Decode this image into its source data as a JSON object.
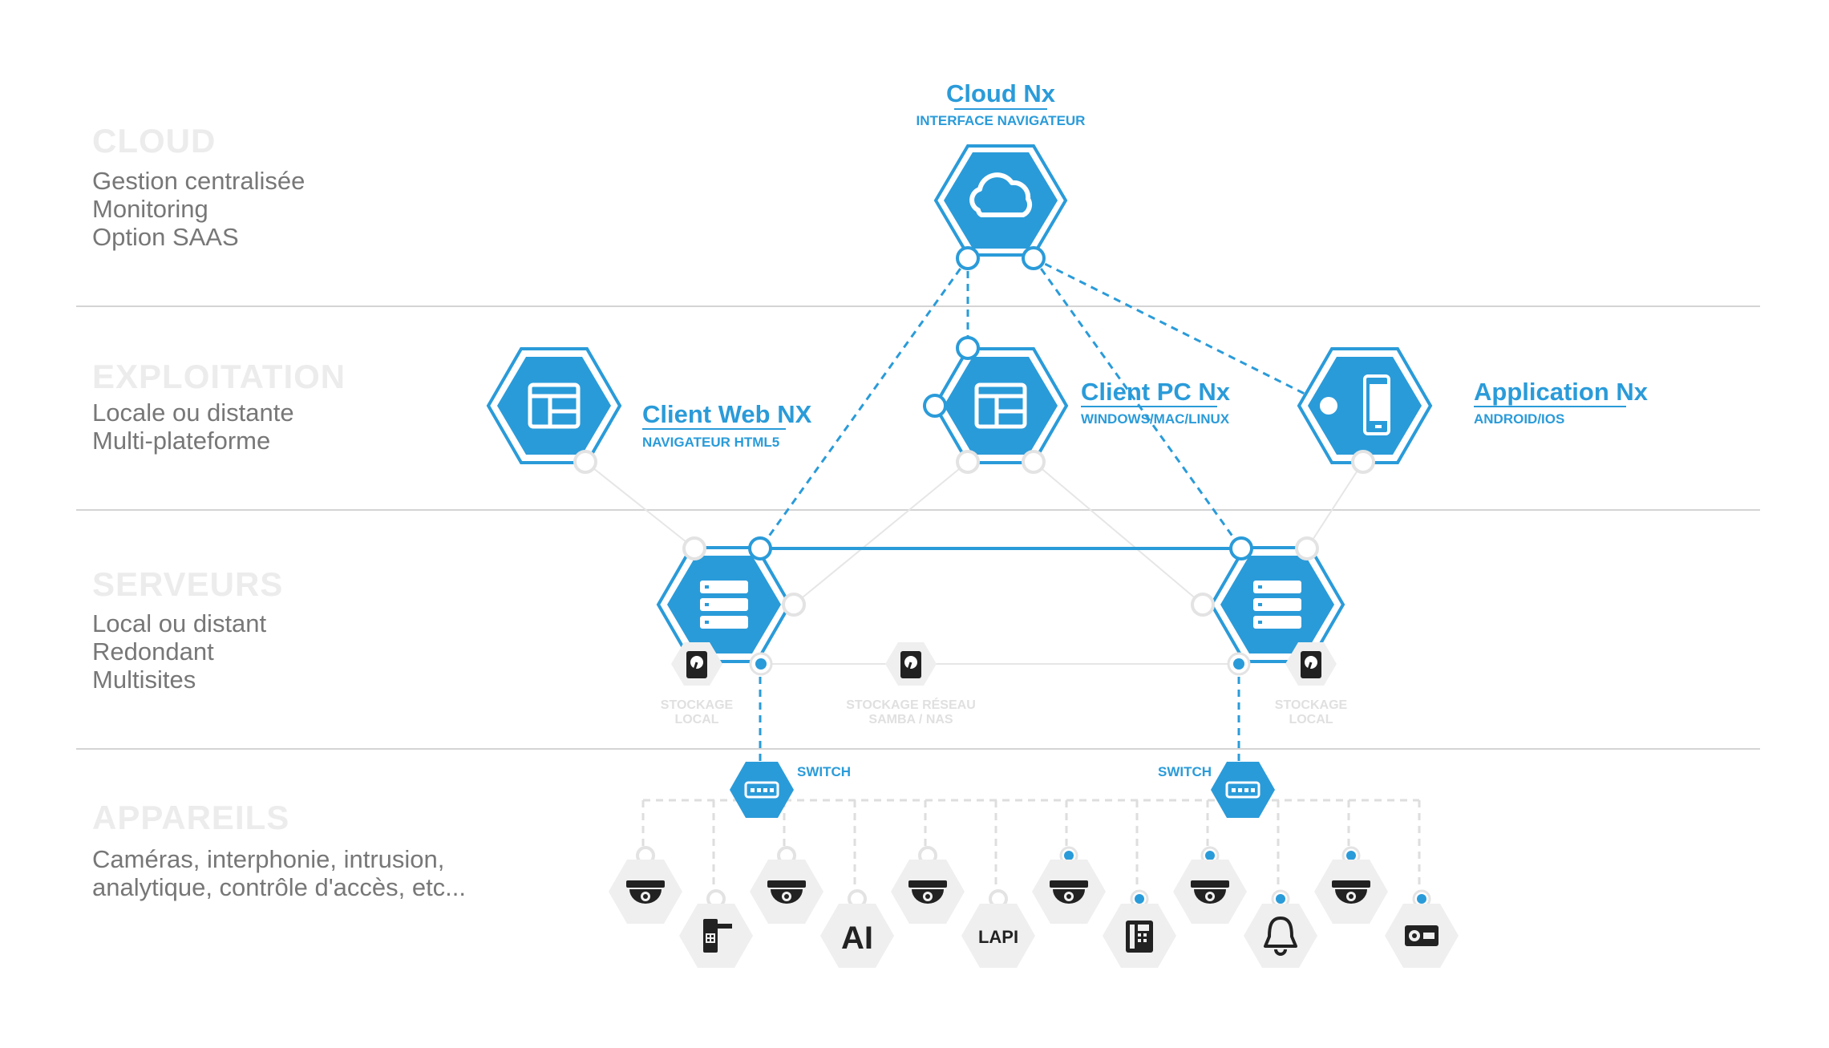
{
  "tiers": [
    {
      "title": "CLOUD",
      "lines": [
        "Gestion centralisée",
        "Monitoring",
        "Option SAAS"
      ]
    },
    {
      "title": "EXPLOITATION",
      "lines": [
        "Locale ou distante",
        "Multi-plateforme"
      ]
    },
    {
      "title": "SERVEURS",
      "lines": [
        "Local ou distant",
        "Redondant",
        "Multisites"
      ]
    },
    {
      "title": "APPAREILS",
      "lines": [
        "Caméras, interphonie, intrusion,",
        "analytique, contrôle d'accès, etc..."
      ]
    }
  ],
  "nodes": {
    "cloud": {
      "title": "Cloud Nx",
      "subtitle": "INTERFACE NAVIGATEUR",
      "icon": "cloud-icon"
    },
    "client_web": {
      "title": "Client Web NX",
      "subtitle": "NAVIGATEUR HTML5",
      "icon": "layout-window-icon"
    },
    "client_pc": {
      "title": "Client PC Nx",
      "subtitle": "WINDOWS/MAC/LINUX",
      "icon": "layout-window-icon"
    },
    "application": {
      "title": "Application Nx",
      "subtitle": "ANDROID/IOS",
      "icon": "smartphone-icon"
    },
    "server_left": {
      "icon": "server-icon"
    },
    "server_right": {
      "icon": "server-icon"
    }
  },
  "storage": [
    {
      "line1": "STOCKAGE",
      "line2": "LOCAL",
      "icon": "hard-drive-icon"
    },
    {
      "line1": "STOCKAGE RÉSEAU",
      "line2": "SAMBA / NAS",
      "icon": "hard-drive-icon"
    },
    {
      "line1": "STOCKAGE",
      "line2": "LOCAL",
      "icon": "hard-drive-icon"
    }
  ],
  "switches": [
    {
      "label": "SWITCH",
      "icon": "network-switch-icon"
    },
    {
      "label": "SWITCH",
      "icon": "network-switch-icon"
    }
  ],
  "devices": [
    {
      "icon": "dome-camera-icon"
    },
    {
      "icon": "door-access-icon"
    },
    {
      "icon": "dome-camera-icon"
    },
    {
      "icon": "analytics-icon",
      "text": "AI"
    },
    {
      "icon": "dome-camera-icon"
    },
    {
      "icon": "lpr-icon",
      "text": "LAPI"
    },
    {
      "icon": "dome-camera-icon"
    },
    {
      "icon": "intercom-icon"
    },
    {
      "icon": "dome-camera-icon"
    },
    {
      "icon": "alarm-bell-icon"
    },
    {
      "icon": "dome-camera-icon"
    },
    {
      "icon": "io-module-icon"
    }
  ],
  "colors": {
    "accent": "#2a9bd9",
    "muted_title": "#ececec",
    "text": "#777777",
    "grey_hex": "#efefef"
  }
}
